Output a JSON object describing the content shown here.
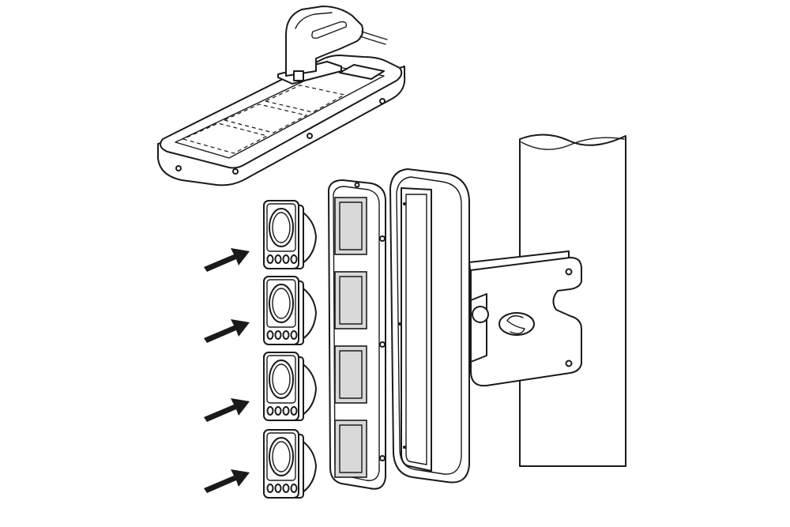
{
  "figure": {
    "steps": [
      {
        "id": "cut-template",
        "icon": "jigsaw-icon"
      },
      {
        "id": "insert-instruments",
        "icon": "arrow-icon",
        "count": 4
      },
      {
        "id": "front-cover",
        "windows": 4
      },
      {
        "id": "pod-housing"
      },
      {
        "id": "mast-bracket",
        "logo": "scanstrut-logo-icon"
      }
    ]
  }
}
